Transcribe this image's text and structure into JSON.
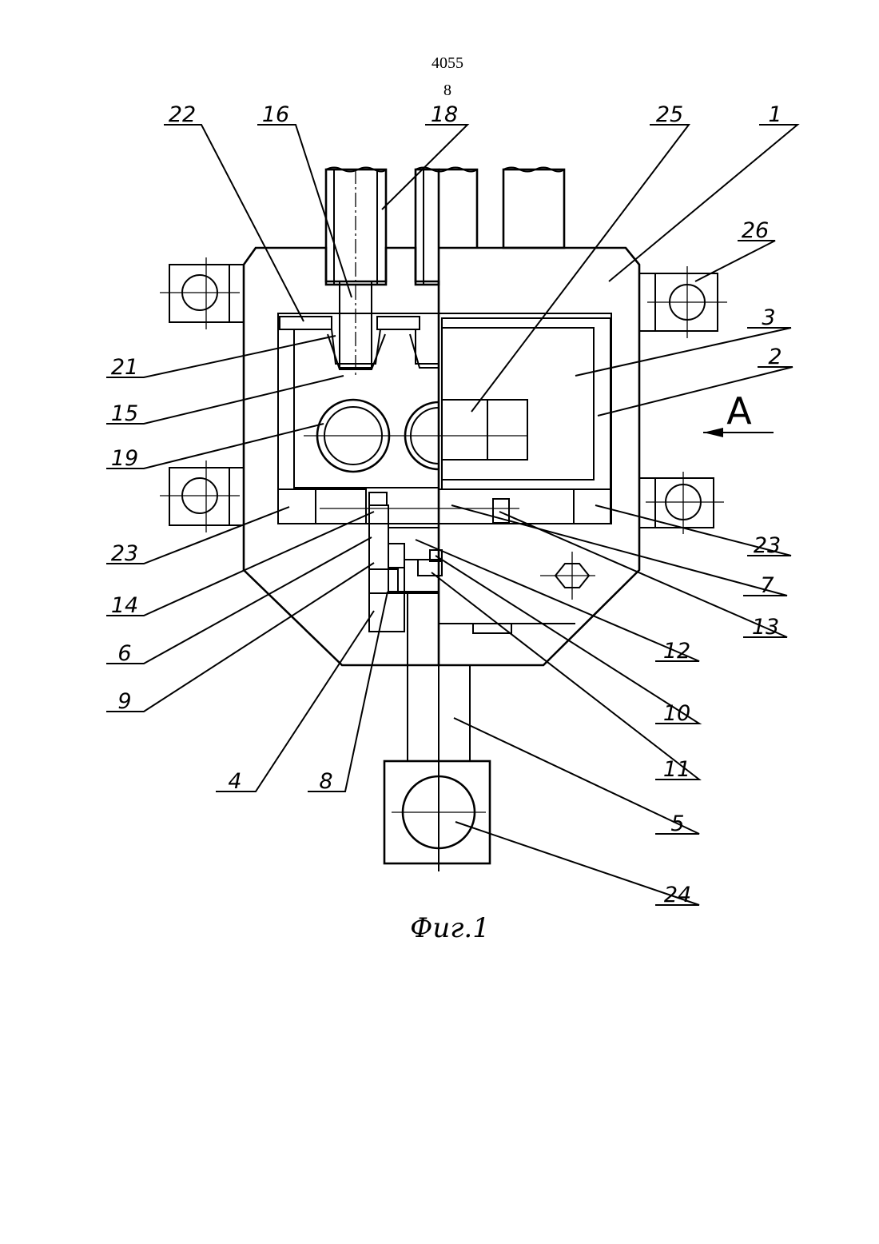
{
  "page": {
    "patent_number": "4055",
    "page_number": "8",
    "figure_caption": "Фиг.1"
  },
  "labels": {
    "l22": "22",
    "l16": "16",
    "l18": "18",
    "l25": "25",
    "l1": "1",
    "l26": "26",
    "l3": "3",
    "l2": "2",
    "l21": "21",
    "l15": "15",
    "l19": "19",
    "lA": "A",
    "l23a": "23",
    "l23b": "23",
    "l7": "7",
    "l14": "14",
    "l13": "13",
    "l6": "6",
    "l12": "12",
    "l9": "9",
    "l10": "10",
    "l4": "4",
    "l8": "8",
    "l11": "11",
    "l5": "5",
    "l24": "24"
  }
}
